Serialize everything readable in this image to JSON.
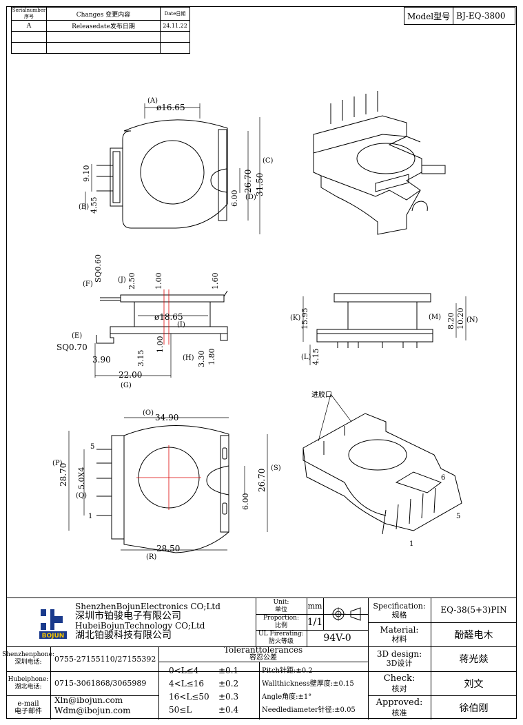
{
  "revision_table": {
    "headers": {
      "serial": "Serialnumber序号",
      "changes": "Changes 变更内容",
      "date": "Date日期"
    },
    "rows": [
      {
        "serial": "A",
        "changes": "Releasedate发布日期",
        "date": "24.11.22"
      },
      {
        "serial": "",
        "changes": "",
        "date": ""
      },
      {
        "serial": "",
        "changes": "",
        "date": ""
      }
    ]
  },
  "model": {
    "label": "Model型号",
    "value": "BJ-EQ-3800"
  },
  "view_top": {
    "dims": {
      "a_label": "(A)",
      "a_value": "ø16.65",
      "c_label": "(C)",
      "c_value": "31.50",
      "d_label": "(D)",
      "d_value": "26.70",
      "six": "6.00",
      "b_label": "(B)",
      "b_value": "4.55",
      "pitch": "9.10"
    }
  },
  "view_side": {
    "dims": {
      "f_label": "(F)",
      "f_value": "SQ0.60",
      "j_label": "(J)",
      "j_value": "2.50",
      "top_100": "1.00",
      "right_160": "1.60",
      "i_label": "(I)",
      "i_value": "ø18.65",
      "e_label": "(E)",
      "e_value": "SQ0.70",
      "v390": "3.90",
      "v315": "3.15",
      "v100b": "1.00",
      "h_label": "(H)",
      "v330": "3.30",
      "v180": "1.80",
      "g_label": "(G)",
      "g_value": "22.00"
    }
  },
  "view_front": {
    "dims": {
      "k_label": "(K)",
      "k_value": "15.95",
      "l_label": "(L)",
      "l_value": "4.15",
      "m_label": "(M)",
      "m_value": "8.20",
      "n_label": "(N)",
      "n_value": "10.20"
    }
  },
  "view_bottom": {
    "dims": {
      "o_label": "(O)",
      "o_value": "34.90",
      "p_label": "(P)",
      "p_value": "28.70",
      "q_label": "(Q)",
      "q_value": "5.0X4",
      "s_label": "(S)",
      "s_value": "26.70",
      "six": "6.00",
      "r_label": "(R)",
      "r_value": "28.50",
      "pin5": "5",
      "pin1": "1"
    }
  },
  "iso_bottom": {
    "callout": "进胶口",
    "pin6": "6",
    "pin5": "5",
    "pin1": "1"
  },
  "title_block": {
    "company_en1": "ShenzhenBojunElectronics CO;Ltd",
    "company_cn1": "深圳市铂骏电子有限公司",
    "company_en2": "HubeiBojunTechnology CO;Ltd",
    "company_cn2": "湖北铂骏科技有限公司",
    "logo_text": "BOJUN",
    "unit_label": "Unit:",
    "unit_cn": "单位",
    "unit_value": "mm",
    "proportion_label": "Proportion:",
    "proportion_cn": "比例",
    "proportion_value": "1/1",
    "ul_label": "UL Firerating:",
    "ul_cn": "防火等级",
    "ul_value": "94V-0",
    "spec_label": "Specification:",
    "spec_cn": "规格",
    "spec_value": "EQ-38(5+3)PIN",
    "material_label": "Material:",
    "material_cn": "材料",
    "material_value": "酚醛电木",
    "design_label": "3D design:",
    "design_cn": "3D设计",
    "design_value": "蒋光燚",
    "check_label": "Check:",
    "check_cn": "核对",
    "check_value": "刘文",
    "approved_label": "Approved:",
    "approved_cn": "核准",
    "approved_value": "徐伯刚",
    "sz_phone_label": "Shenzhenphone:",
    "sz_phone_cn": "深圳电话:",
    "sz_phone_value": "0755-27155110/27155392",
    "hb_phone_label": "Hubeiphone:",
    "hb_phone_cn": "湖北电话:",
    "hb_phone_value": "0715-3061868/3065989",
    "email_label": "e-mail",
    "email_cn": "电子邮件",
    "email1": "Xln@ibojun.com",
    "email2": "Wdm@ibojun.com",
    "tol_title": "Toleranttolerances",
    "tol_cn": "容忍公差",
    "tol_ranges": [
      "0<L≤4",
      "4<L≤16",
      "16<L≤50",
      "50≤L"
    ],
    "tol_values": [
      "±0.1",
      "±0.2",
      "±0.3",
      "±0.4"
    ],
    "pitch_tol": "Pitch针距:±0.2",
    "wall_tol": "Wallthickness壁厚度:±0.15",
    "angle_tol": "Angle角度:±1°",
    "needle_tol": "Needlediameter针径:±0.05"
  }
}
